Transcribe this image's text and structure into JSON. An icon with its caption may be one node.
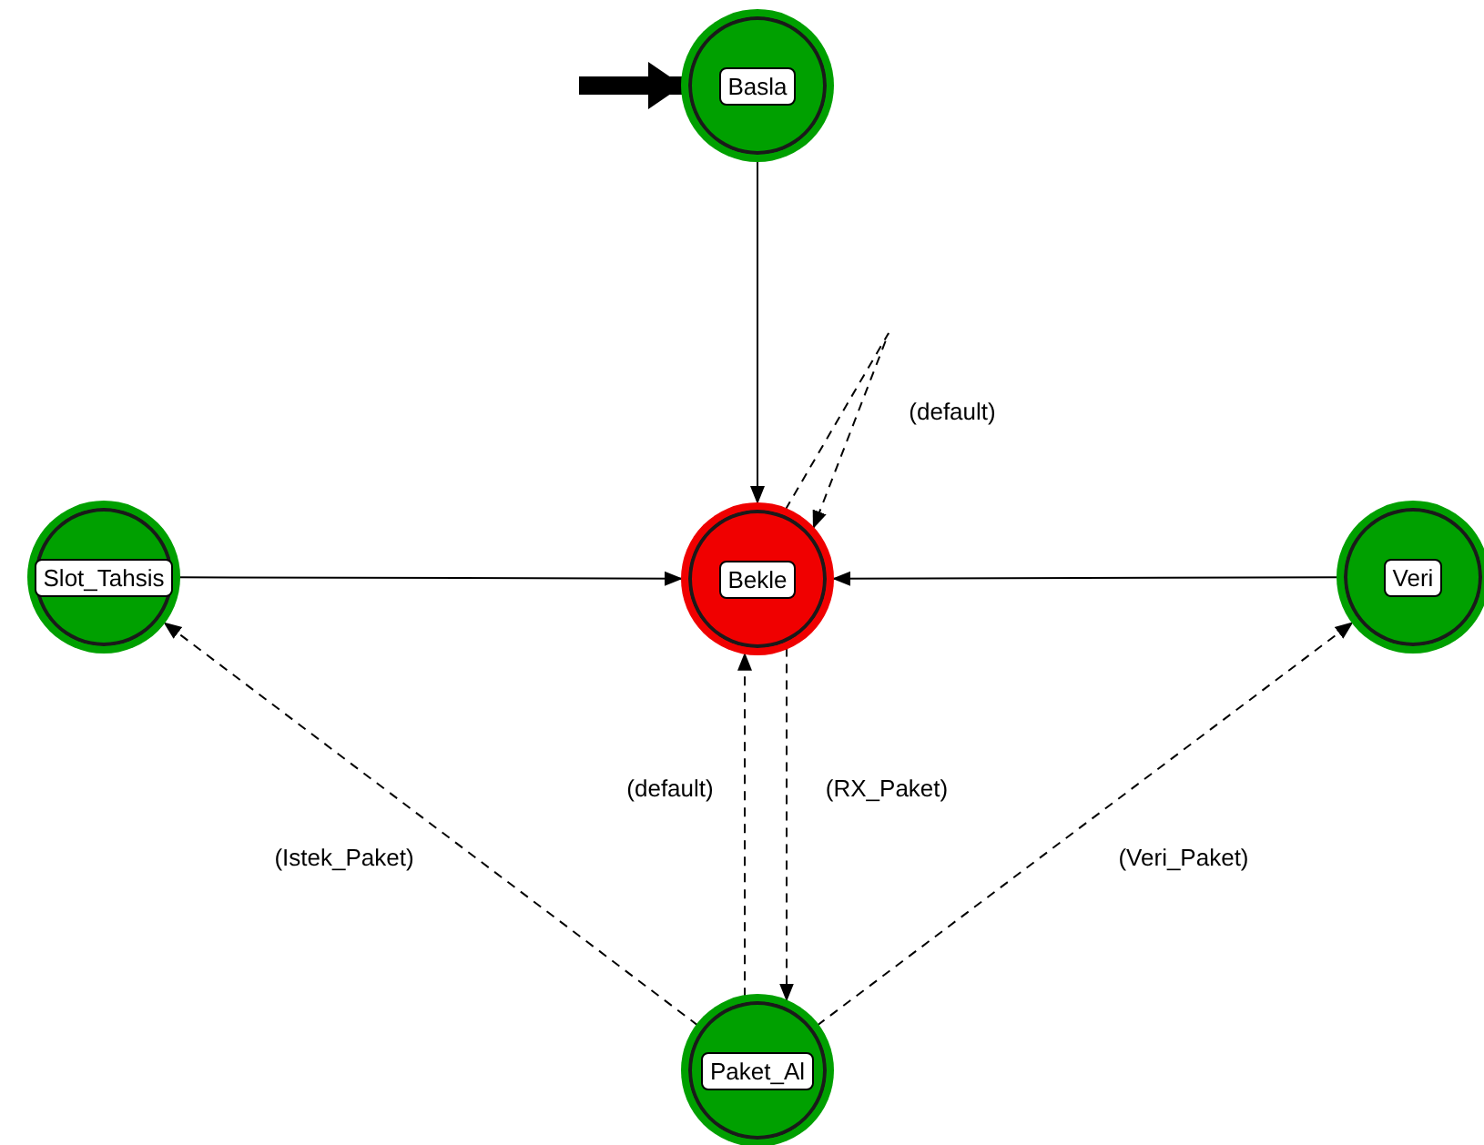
{
  "diagram": {
    "nodes": [
      {
        "text": [
          "Basla"
        ]
      },
      {
        "text": [
          "Bekle"
        ]
      },
      {
        "text": [
          "Slot_Tahsis"
        ]
      },
      {
        "text": [
          "Veri"
        ]
      },
      {
        "text": [
          "Paket_Al"
        ]
      }
    ],
    "edges": [
      {
        "from": null,
        "to": 0,
        "arrow": "to",
        "style": "thick"
      },
      {
        "from": 0,
        "to": 1,
        "arrow": "to"
      },
      {
        "from": 1,
        "to": 1,
        "arrow": "to",
        "label": "(default)",
        "style": "dashed"
      },
      {
        "from": 2,
        "to": 1,
        "arrow": "to"
      },
      {
        "from": 3,
        "to": 1,
        "arrow": "to"
      },
      {
        "from": 1,
        "to": 4,
        "arrow": "to",
        "label": "(RX_Paket)",
        "style": "dashed"
      },
      {
        "from": 4,
        "to": 1,
        "arrow": "to",
        "label": "(default)",
        "style": "dashed"
      },
      {
        "from": 4,
        "to": 2,
        "arrow": "to",
        "label": "(Istek_Paket)",
        "style": "dashed"
      },
      {
        "from": 4,
        "to": 3,
        "arrow": "to",
        "label": "(Veri_Paket)",
        "style": "dashed"
      }
    ]
  }
}
